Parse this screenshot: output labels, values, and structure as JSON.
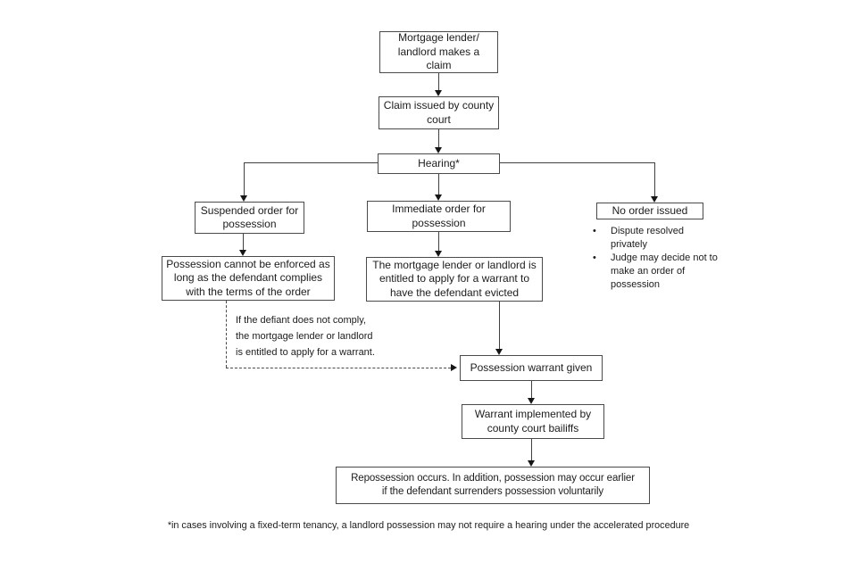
{
  "diagram": {
    "nodes": {
      "claim_made": "Mortgage lender/\nlandlord makes a\nclaim",
      "claim_issued": "Claim issued by county\ncourt",
      "hearing": "Hearing*",
      "suspended_order": "Suspended order for\npossession",
      "suspended_detail": "Possession cannot be enforced as\nlong as the defendant complies\nwith the terms of the order",
      "immediate_order": "Immediate order for\npossession",
      "immediate_detail": "The mortgage lender or landlord is\nentitled to apply for a warrant to\nhave the defendant evicted",
      "no_order": "No order issued",
      "warrant_given": "Possession warrant given",
      "warrant_implemented": "Warrant implemented by\ncounty court bailiffs",
      "repossession": "Repossession occurs. In addition, possession may occur earlier\nif the defendant surrenders possession voluntarily"
    },
    "no_order_bullets": [
      "Dispute resolved\nprivately",
      "Judge may decide not to\nmake an order of\npossession"
    ],
    "bullet_char": "•",
    "dashed_note": "If the defiant does not comply,\nthe mortgage lender or landlord\nis entitled to apply for a warrant.",
    "footnote": "*in cases involving a fixed-term tenancy, a landlord possession may not require a hearing under the accelerated procedure",
    "colors": {
      "background": "#ffffff",
      "box_border": "#4a4a4a",
      "line": "#404040",
      "arrow": "#161616",
      "text": "#1c1c1c"
    }
  }
}
